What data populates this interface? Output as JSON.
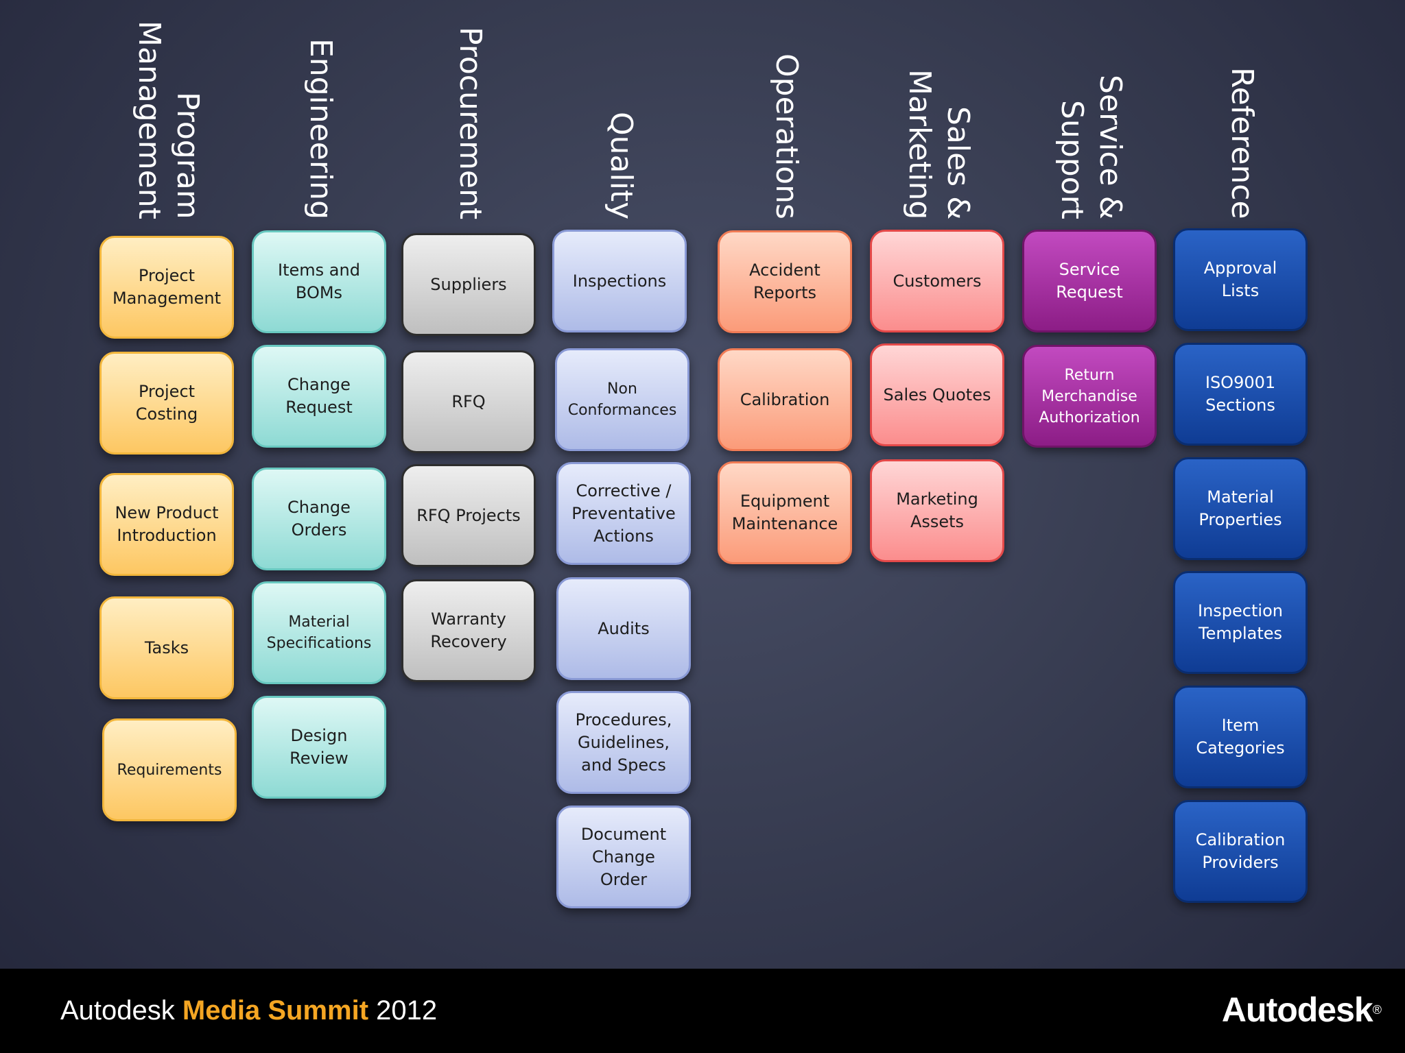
{
  "columns": [
    {
      "key": "program",
      "header": "Program\nManagement",
      "items": [
        "Project\nManagement",
        "Project\nCosting",
        "New Product\nIntroduction",
        "Tasks",
        "Requirements"
      ]
    },
    {
      "key": "engineering",
      "header": "Engineering",
      "items": [
        "Items and\nBOMs",
        "Change\nRequest",
        "Change\nOrders",
        "Material\nSpecifications",
        "Design\nReview"
      ]
    },
    {
      "key": "procurement",
      "header": "Procurement",
      "items": [
        "Suppliers",
        "RFQ",
        "RFQ Projects",
        "Warranty\nRecovery"
      ]
    },
    {
      "key": "quality",
      "header": "Quality",
      "items": [
        "Inspections",
        "Non\nConformances",
        "Corrective /\nPreventative\nActions",
        "Audits",
        "Procedures,\nGuidelines,\nand Specs",
        "Document\nChange\nOrder"
      ]
    },
    {
      "key": "operations",
      "header": "Operations",
      "items": [
        "Accident\nReports",
        "Calibration",
        "Equipment\nMaintenance"
      ]
    },
    {
      "key": "sales",
      "header": "Sales &\nMarketing",
      "items": [
        "Customers",
        "Sales Quotes",
        "Marketing\nAssets"
      ]
    },
    {
      "key": "service",
      "header": "Service &\nSupport",
      "items": [
        "Service\nRequest",
        "Return\nMerchandise\nAuthorization"
      ]
    },
    {
      "key": "reference",
      "header": "Reference",
      "items": [
        "Approval\nLists",
        "ISO9001\nSections",
        "Material\nProperties",
        "Inspection\nTemplates",
        "Item\nCategories",
        "Calibration\nProviders"
      ]
    }
  ],
  "footer": {
    "brand_prefix": "Autodesk ",
    "brand_accent": "Media Summit",
    "brand_suffix": " 2012",
    "logo": "Autodesk",
    "logo_mark": "®"
  },
  "colors": {
    "program": "#fdc762",
    "engineering": "#8edad4",
    "procurement": "#bfbfbf",
    "quality": "#aebbe7",
    "operations": "#fb9b79",
    "sales": "#fb8d8d",
    "service": "#8c1d86",
    "reference": "#0f3c94",
    "brand_accent": "#f5a623"
  }
}
